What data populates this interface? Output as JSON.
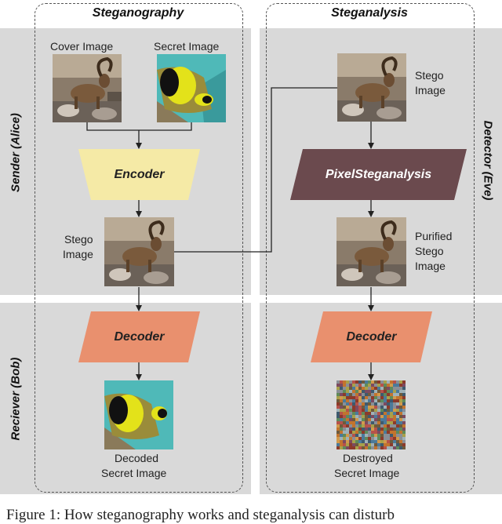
{
  "columns": {
    "left_title": "Steganography",
    "right_title": "Steganalysis"
  },
  "rows": {
    "sender": "Sender (Alice)",
    "receiver": "Reciever (Bob)",
    "detector": "Detector (Eve)"
  },
  "labels": {
    "cover": "Cover Image",
    "secret": "Secret Image",
    "stego_left_1": "Stego",
    "stego_left_2": "Image",
    "stego_right_1": "Stego",
    "stego_right_2": "Image",
    "purified_1": "Purified",
    "purified_2": "Stego",
    "purified_3": "Image",
    "decoded_1": "Decoded",
    "decoded_2": "Secret Image",
    "destroyed_1": "Destroyed",
    "destroyed_2": "Secret Image"
  },
  "processes": {
    "encoder": "Encoder",
    "pixelsteg": "PixelSteganalysis",
    "decoder_left": "Decoder",
    "decoder_right": "Decoder"
  },
  "colors": {
    "encoder": "#f5eaa6",
    "pixelsteg": "#6b4a4e",
    "decoder": "#e9906e",
    "band": "#d9d9d9"
  },
  "caption": "Figure 1: How steganography works and steganalysis can disturb"
}
